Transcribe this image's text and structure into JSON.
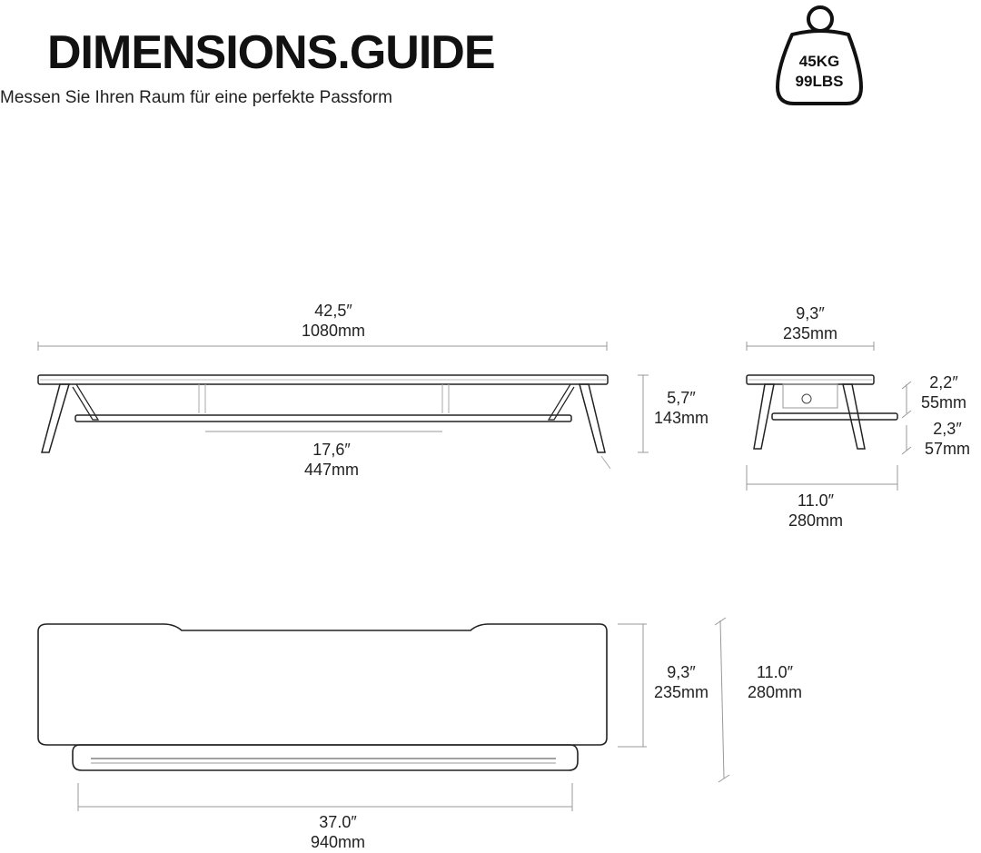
{
  "header": {
    "title": "DIMENSIONS.GUIDE",
    "subtitle": "Messen Sie Ihren Raum für eine perfekte Passform"
  },
  "weight_badge": {
    "line1": "45KG",
    "line2": "99LBS"
  },
  "dimensions": {
    "front_width": {
      "inch": "42,5″",
      "mm": "1080mm"
    },
    "front_height": {
      "inch": "5,7″",
      "mm": "143mm"
    },
    "front_leg_span": {
      "inch": "17,6″",
      "mm": "447mm"
    },
    "side_top_depth": {
      "inch": "9,3″",
      "mm": "235mm"
    },
    "side_upper": {
      "inch": "2,2″",
      "mm": "55mm"
    },
    "side_lower": {
      "inch": "2,3″",
      "mm": "57mm"
    },
    "side_total_depth": {
      "inch": "11.0″",
      "mm": "280mm"
    },
    "top_depth": {
      "inch": "9,3″",
      "mm": "235mm"
    },
    "top_total_depth": {
      "inch": "11.0″",
      "mm": "280mm"
    },
    "top_shelf_width": {
      "inch": "37.0″",
      "mm": "940mm"
    }
  }
}
